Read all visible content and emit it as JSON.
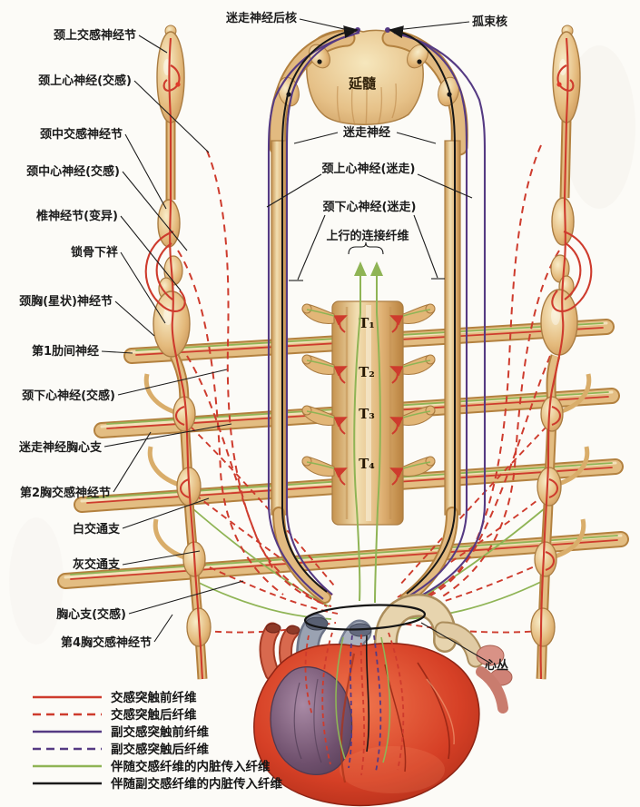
{
  "labels": {
    "dorsal_vagal_nucleus": "迷走神经后核",
    "solitary_nucleus": "孤束核",
    "medulla": "延髓",
    "superior_cervical_ganglion": "颈上交感神经节",
    "superior_cardiac_nerve_sympathetic": "颈上心神经(交感)",
    "middle_cervical_ganglion": "颈中交感神经节",
    "middle_cardiac_nerve_sympathetic": "颈中心神经(交感)",
    "vertebral_ganglion_variant": "椎神经节(变异)",
    "ansa_subclavia": "锁骨下袢",
    "cervicothoracic_stellate_ganglion": "颈胸(星状)神经节",
    "first_intercostal_nerve": "第1肋间神经",
    "inferior_cardiac_nerve_sympathetic": "颈下心神经(交感)",
    "thoracic_cardiac_branch_vagus": "迷走神经胸心支",
    "second_thoracic_ganglion": "第2胸交感神经节",
    "white_ramus_communicans": "白交通支",
    "gray_ramus_communicans": "灰交通支",
    "thoracic_cardiac_branch_sympathetic": "胸心支(交感)",
    "fourth_thoracic_ganglion": "第4胸交感神经节",
    "vagus_nerve": "迷走神经",
    "superior_cardiac_nerve_vagal": "颈上心神经(迷走)",
    "inferior_cardiac_nerve_vagal": "颈下心神经(迷走)",
    "ascending_connecting_fibers": "上行的连接纤维",
    "cardiac_plexus": "心丛",
    "t1": "T₁",
    "t2": "T₂",
    "t3": "T₃",
    "t4": "T₄"
  },
  "legend": {
    "items": [
      {
        "label": "交感突触前纤维",
        "color": "#ce3b2d",
        "dash": "none"
      },
      {
        "label": "交感突触后纤维",
        "color": "#ce3b2d",
        "dash": "9 6"
      },
      {
        "label": "副交感突触前纤维",
        "color": "#553a83",
        "dash": "none"
      },
      {
        "label": "副交感突触后纤维",
        "color": "#553a83",
        "dash": "9 6"
      },
      {
        "label": "伴随交感纤维的内脏传入纤维",
        "color": "#8fb455",
        "dash": "none"
      },
      {
        "label": "伴随副交感纤维的内脏传入纤维",
        "color": "#1a1a1a",
        "dash": "none"
      }
    ]
  },
  "colors": {
    "sympathetic": "#ce3b2d",
    "parasympathetic": "#553a83",
    "visceral_afferent_sympathetic": "#8fb455",
    "visceral_afferent_parasympathetic": "#1a1a1a",
    "bone": "#e3bd82",
    "heart": "#c9321a"
  }
}
